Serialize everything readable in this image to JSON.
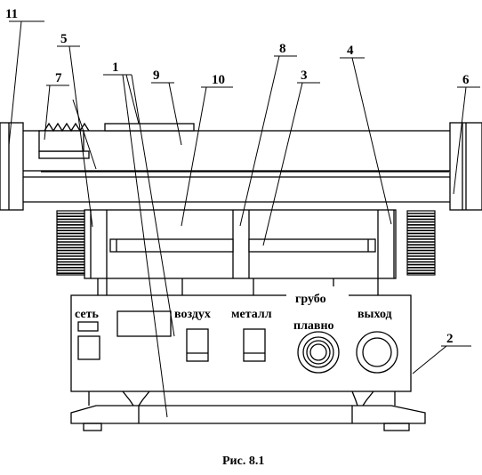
{
  "figure": {
    "caption": "Рис. 8.1"
  },
  "callouts": [
    "1",
    "2",
    "3",
    "4",
    "5",
    "6",
    "7",
    "8",
    "9",
    "10",
    "11"
  ],
  "panel_labels": {
    "power": "сеть",
    "air": "воздух",
    "metal": "металл",
    "coarse": "грубо",
    "fine": "плавно",
    "output": "выход"
  }
}
